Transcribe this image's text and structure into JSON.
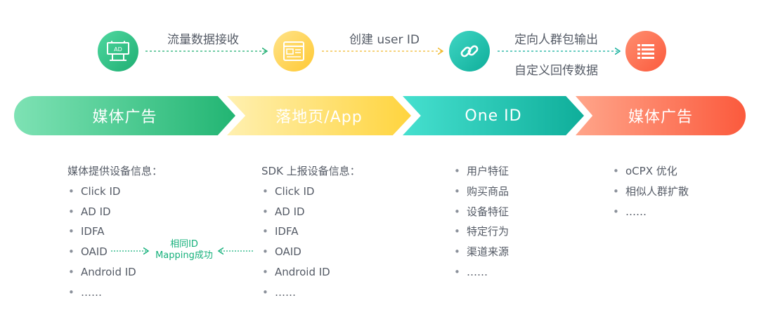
{
  "flow": {
    "step1": "流量数据接收",
    "step2": "创建 user ID",
    "step3a": "定向人群包输出",
    "step3b": "自定义回传数据",
    "ad_sign_text": "AD"
  },
  "bands": [
    {
      "label": "媒体广告"
    },
    {
      "label": "落地页/App"
    },
    {
      "label": "One ID"
    },
    {
      "label": "媒体广告"
    }
  ],
  "columns": [
    {
      "heading": "媒体提供设备信息：",
      "items": [
        "Click ID",
        "AD ID",
        "IDFA",
        "OAID",
        "Android ID",
        "……"
      ]
    },
    {
      "heading": "SDK 上报设备信息：",
      "items": [
        "Click ID",
        "AD ID",
        "IDFA",
        "OAID",
        "Android ID",
        "……"
      ]
    },
    {
      "heading": "",
      "items": [
        "用户特征",
        "购买商品",
        "设备特征",
        "特定行为",
        "渠道来源",
        "……"
      ]
    },
    {
      "heading": "",
      "items": [
        "oCPX 优化",
        "相似人群扩散",
        "……"
      ]
    }
  ],
  "mapping": {
    "line1": "相同ID",
    "line2": "Mapping成功"
  },
  "colors": {
    "green": "#1fae72",
    "yellow": "#ffc933",
    "teal": "#0fae9a",
    "orange": "#fb5a3d",
    "mapping_text": "#14b07a"
  },
  "icons": [
    "billboard-icon",
    "webpage-icon",
    "link-icon",
    "list-icon"
  ]
}
